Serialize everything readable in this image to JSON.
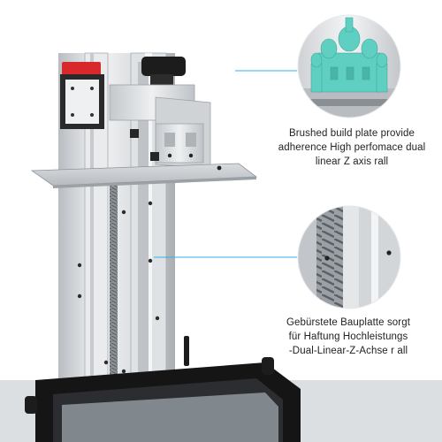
{
  "captions": {
    "english": {
      "lines": [
        "Brushed build plate provide",
        "adherence High perfomace dual",
        "linear Z axis rall"
      ]
    },
    "german": {
      "lines": [
        "Gebürstete Bauplatte sorgt",
        "für Haftung Hochleistungs",
        "-Dual-Linear-Z-Achse r all"
      ]
    }
  },
  "callouts": [
    {
      "name": "build-plate-detail-callout",
      "subject": "printed castle model on brushed build plate"
    },
    {
      "name": "z-axis-rail-detail-callout",
      "subject": "lead screw and linear rail close-up"
    }
  ],
  "colors": {
    "aluminum_light": "#e6e8ea",
    "aluminum_mid": "#c9ccd0",
    "aluminum_dark": "#9ea3a8",
    "resin_teal": "#5fcfc2",
    "accent_red": "#d8282c",
    "knob_black": "#1c1c1c",
    "callout_line": "#33aee8",
    "vat_black": "#151515"
  }
}
